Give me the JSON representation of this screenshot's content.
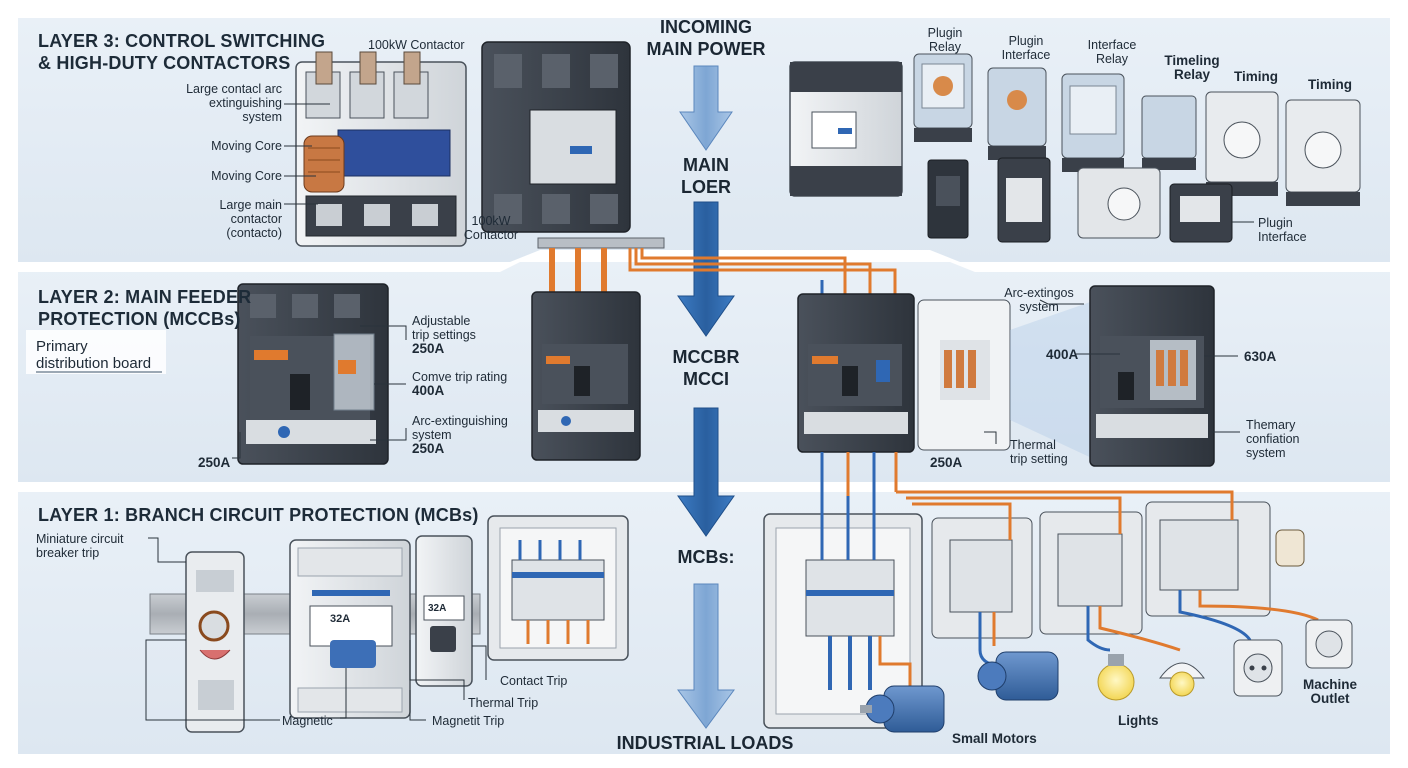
{
  "layers": {
    "layer3": {
      "title_line1": "LAYER 3: CONTROL SWITCHING",
      "title_line2": "& HIGH-DUTY CONTACTORS"
    },
    "layer2": {
      "title_line1": "LAYER 2: MAIN FEEDER",
      "title_line2": "PROTECTION (MCCBs)",
      "subtitle_line1": "Primary",
      "subtitle_line2": "distribution board"
    },
    "layer1": {
      "title": "LAYER 1: BRANCH CIRCUIT PROTECTION (MCBs)"
    }
  },
  "flow": {
    "incoming_line1": "INCOMING",
    "incoming_line2": "MAIN POWER",
    "main_line1": "MAIN",
    "main_line2": "LOER",
    "mccb_line1": "MCCBR",
    "mccb_line2": "MCCI",
    "mcbs": "MCBs:",
    "loads": "INDUSTRIAL LOADS"
  },
  "contactor": {
    "top_label": "100kW Contactor",
    "arc_line1": "Large contacl arc",
    "arc_line2": "extinguishing",
    "arc_line3": "system",
    "moving_core_1": "Moving Core",
    "moving_core_2": "Moving Core",
    "main_line1": "Large main",
    "main_line2": "contactor",
    "main_line3": "(contacto)",
    "bottom_line1": "100kW",
    "bottom_line2": "Contactor"
  },
  "relays": {
    "plugin_relay_line1": "Plugin",
    "plugin_relay_line2": "Relay",
    "plugin_interface_line1": "Plugin",
    "plugin_interface_line2": "Interface",
    "interface_relay_line1": "Interface",
    "interface_relay_line2": "Relay",
    "timeling_relay_line1": "Timeling",
    "timeling_relay_line2": "Relay",
    "timing_1": "Timing",
    "timing_2": "Timing",
    "plugin_interface2_line1": "Plugin",
    "plugin_interface2_line2": "Interface"
  },
  "mccb_left": {
    "adjustable_line1": "Adjustable",
    "adjustable_line2": "trip settings",
    "adjustable_value": "250A",
    "comve_line1": "Comve trip rating",
    "comve_value": "400A",
    "arc_line1": "Arc-extinguishing",
    "arc_line2": "system",
    "arc_value": "250A",
    "bottom_value": "250A"
  },
  "mccb_right": {
    "arc_line1": "Arc-extingos",
    "arc_line2": "system",
    "rating_400": "400A",
    "rating_630": "630A",
    "value_250": "250A",
    "thermal_line1": "Thermal",
    "thermal_line2": "trip setting",
    "themary_line1": "Themary",
    "themary_line2": "confiation",
    "themary_line3": "system"
  },
  "mcb": {
    "mini_line1": "Miniature circuit",
    "mini_line2": "breaker trip",
    "rating_32a_1": "32A",
    "rating_32a_2": "32A",
    "contact_trip": "Contact Trip",
    "thermal_trip": "Thermal Trip",
    "magnetic": "Magnetic",
    "magnetit_trip": "Magnetit Trip"
  },
  "loads": {
    "small_motors": "Small Motors",
    "lights": "Lights",
    "machine_line1": "Machine",
    "machine_line2": "Outlet"
  },
  "colors": {
    "band_bg": "#e6eef6",
    "arrow_blue": "#2f6db6",
    "arrow_light": "#8fb3da",
    "wire_orange": "#e07a2e",
    "wire_blue": "#2f67b4",
    "device_dark": "#3a4049",
    "device_light": "#e3e6e9"
  }
}
